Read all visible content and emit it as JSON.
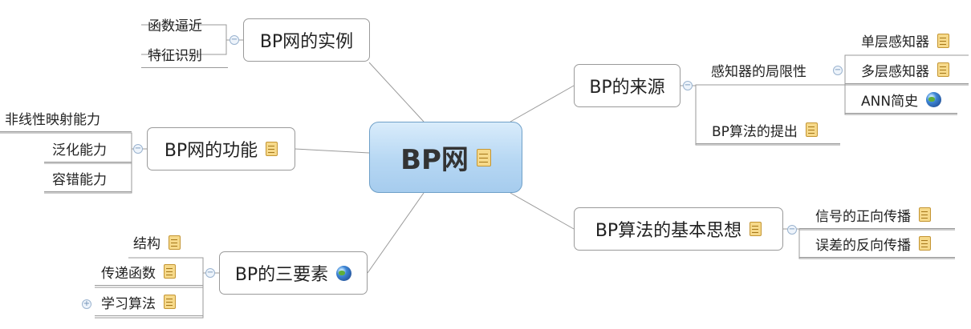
{
  "central": {
    "label": "BP网",
    "icon": "note-icon"
  },
  "topics": {
    "instances": {
      "label": "BP网的实例",
      "children": [
        "函数逼近",
        "特征识别"
      ]
    },
    "function": {
      "label": "BP网的功能",
      "icon": "note-icon",
      "children": [
        "非线性映射能力",
        "泛化能力",
        "容错能力"
      ]
    },
    "three_elements": {
      "label": "BP的三要素",
      "icon": "globe-icon",
      "children": [
        {
          "label": "结构",
          "icon": "note-icon"
        },
        {
          "label": "传递函数",
          "icon": "note-icon"
        },
        {
          "label": "学习算法",
          "icon": "note-icon",
          "collapsed": true
        }
      ]
    },
    "origin": {
      "label": "BP的来源",
      "children": {
        "limitations": {
          "label": "感知器的局限性",
          "children": [
            {
              "label": "单层感知器",
              "icon": "note-icon"
            },
            {
              "label": "多层感知器",
              "icon": "note-icon"
            },
            {
              "label": "ANN简史",
              "icon": "globe-icon"
            }
          ]
        },
        "proposal": {
          "label": "BP算法的提出",
          "icon": "note-icon"
        }
      }
    },
    "basic_idea": {
      "label": "BP算法的基本思想",
      "icon": "note-icon",
      "children": [
        {
          "label": "信号的正向传播",
          "icon": "note-icon"
        },
        {
          "label": "误差的反向传播",
          "icon": "note-icon"
        }
      ]
    }
  },
  "colors": {
    "central_fill": "#b6d7f3",
    "central_border": "#6fa0c8",
    "line": "#9a9a9a",
    "note": "#f6d98a"
  }
}
